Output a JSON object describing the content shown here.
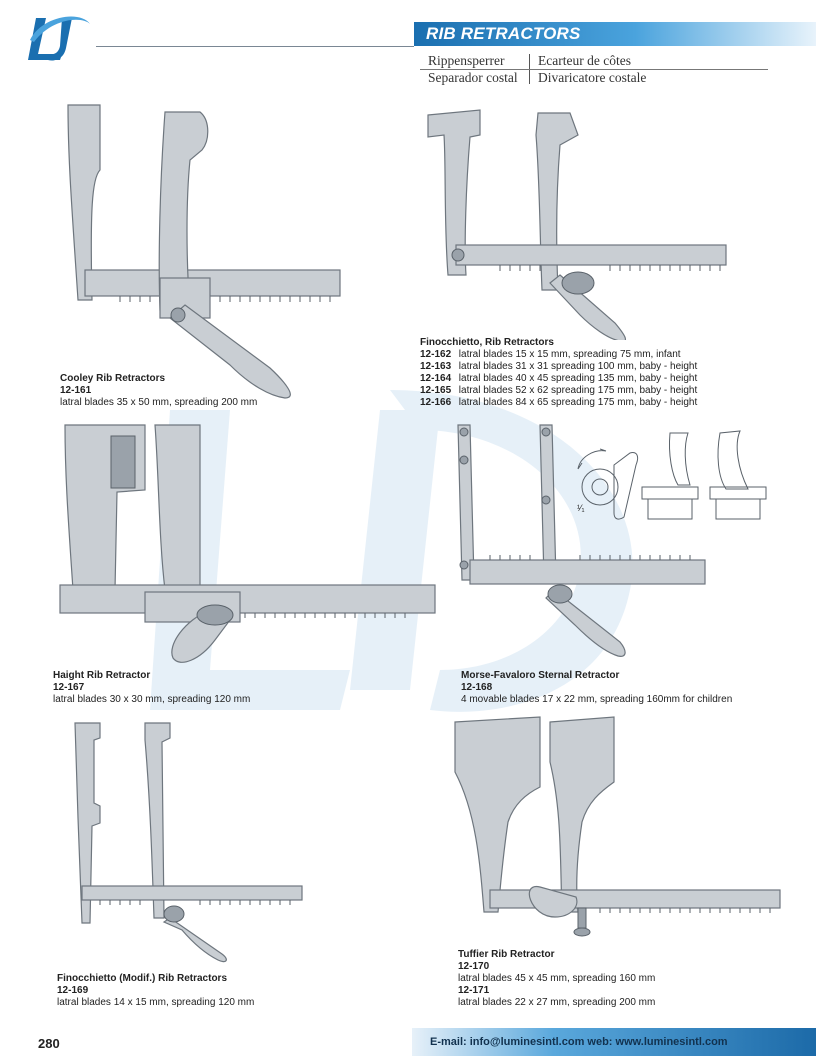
{
  "header": {
    "title": "RIB RETRACTORS",
    "translations": {
      "de": "Rippensperrer",
      "fr": "Ecarteur de côtes",
      "es": "Separador costal",
      "it": "Divaricatore costale"
    }
  },
  "colors": {
    "brand_blue": "#1a6fb0",
    "light_blue": "#4aa3dd"
  },
  "products": [
    {
      "name": "Cooley Rib Retractors",
      "items": [
        {
          "code": "12-161",
          "desc": "latral blades 35 x 50 mm, spreading 200 mm"
        }
      ]
    },
    {
      "name": "Finocchietto, Rib Retractors",
      "items": [
        {
          "code": "12-162",
          "desc": "latral blades 15 x 15 mm, spreading 75 mm, infant"
        },
        {
          "code": "12-163",
          "desc": "latral blades 31 x 31 spreading 100 mm, baby - height"
        },
        {
          "code": "12-164",
          "desc": "latral blades 40 x 45 spreading 135 mm, baby - height"
        },
        {
          "code": "12-165",
          "desc": "latral blades 52 x 62 spreading 175 mm, baby - height"
        },
        {
          "code": "12-166",
          "desc": "latral blades 84 x 65 spreading 175 mm, baby - height"
        }
      ]
    },
    {
      "name": "Haight Rib Retractor",
      "items": [
        {
          "code": "12-167",
          "desc": "latral blades 30 x 30 mm, spreading 120 mm"
        }
      ]
    },
    {
      "name": "Morse-Favaloro Sternal Retractor",
      "items": [
        {
          "code": "12-168",
          "desc": "4 movable blades 17 x 22 mm, spreading 160mm for children"
        }
      ]
    },
    {
      "name": "Finocchietto (Modif.) Rib Retractors",
      "items": [
        {
          "code": "12-169",
          "desc": "latral blades 14 x 15 mm, spreading 120 mm"
        }
      ]
    },
    {
      "name": "Tuffier Rib Retractor",
      "items": [
        {
          "code": "12-170",
          "desc": "latral blades 45 x 45 mm, spreading 160 mm"
        },
        {
          "code": "12-171",
          "desc": "latral blades 22 x 27 mm, spreading 200 mm"
        }
      ]
    }
  ],
  "diagram_label": "¹⁄₁",
  "footer": {
    "page_number": "280",
    "contact": "E-mail: info@luminesintl.com  web: www.luminesintl.com"
  }
}
